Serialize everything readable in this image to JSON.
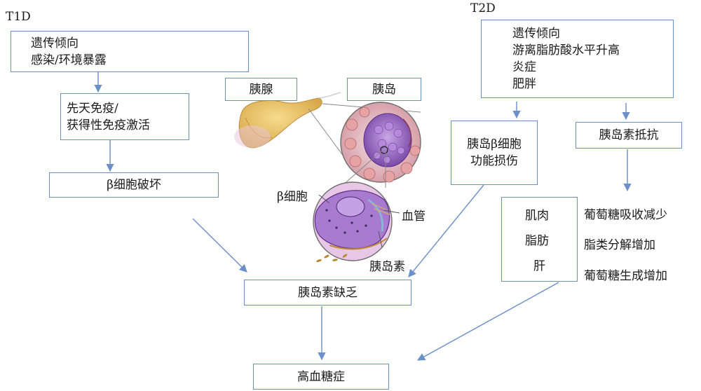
{
  "t1d": {
    "title": "T1D",
    "causes": [
      "遗传倾向",
      "感染/环境暴露"
    ],
    "immune": [
      "先天免疫/",
      "获得性免疫激活"
    ],
    "beta_destruction": "β细胞破坏"
  },
  "t2d": {
    "title": "T2D",
    "causes": [
      "遗传倾向",
      "游离脂肪酸水平升高",
      "炎症",
      "肥胖"
    ],
    "beta_damage": [
      "胰岛β细胞",
      "功能损伤"
    ],
    "insulin_resistance": "胰岛素抵抗",
    "tissues": [
      "肌肉",
      "脂肪",
      "肝"
    ],
    "effects": [
      "葡萄糖吸收减少",
      "脂类分解增加",
      "葡萄糖生成增加"
    ]
  },
  "anatomy": {
    "pancreas_label": "胰腺",
    "islet_label": "胰岛",
    "beta_cell_label": "β细胞",
    "vessel_label": "血管",
    "insulin_label": "胰岛素"
  },
  "outcome": {
    "insulin_deficiency": "胰岛素缺乏",
    "hyperglycemia": "高血糖症"
  },
  "colors": {
    "box_border": "#6b8fc7",
    "arrow": "#6b8fc7",
    "pancreas": "#e9c878",
    "islet_purple": "#9b6cc4",
    "acinar_pink": "#d98a8a"
  }
}
